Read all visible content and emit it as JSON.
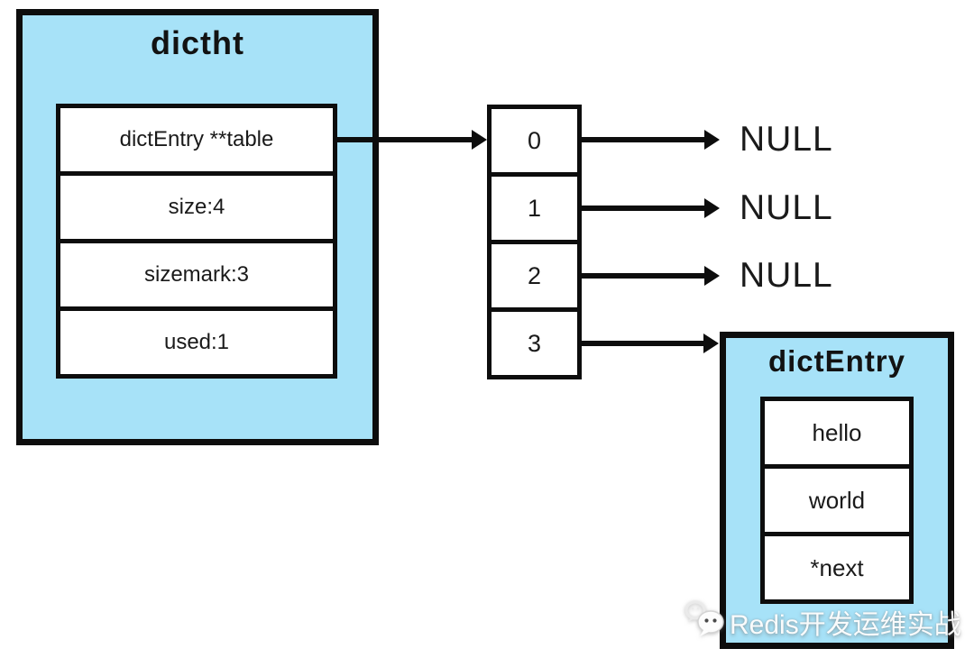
{
  "dictht": {
    "title": "dictht",
    "fields": [
      "dictEntry **table",
      "size:4",
      "sizemark:3",
      "used:1"
    ]
  },
  "buckets": {
    "cells": [
      "0",
      "1",
      "2",
      "3"
    ]
  },
  "nulls": [
    "NULL",
    "NULL",
    "NULL"
  ],
  "dict_entry": {
    "title": "dictEntry",
    "fields": [
      "hello",
      "world",
      "*next"
    ]
  },
  "watermark": {
    "icon": "wechat-icon",
    "text": "Redis开发运维实战"
  },
  "colors": {
    "box_fill": "#A7E2F8",
    "line": "#0D0D0D",
    "background": "#FFFFFF",
    "watermark_text": "#FFFFFF"
  }
}
